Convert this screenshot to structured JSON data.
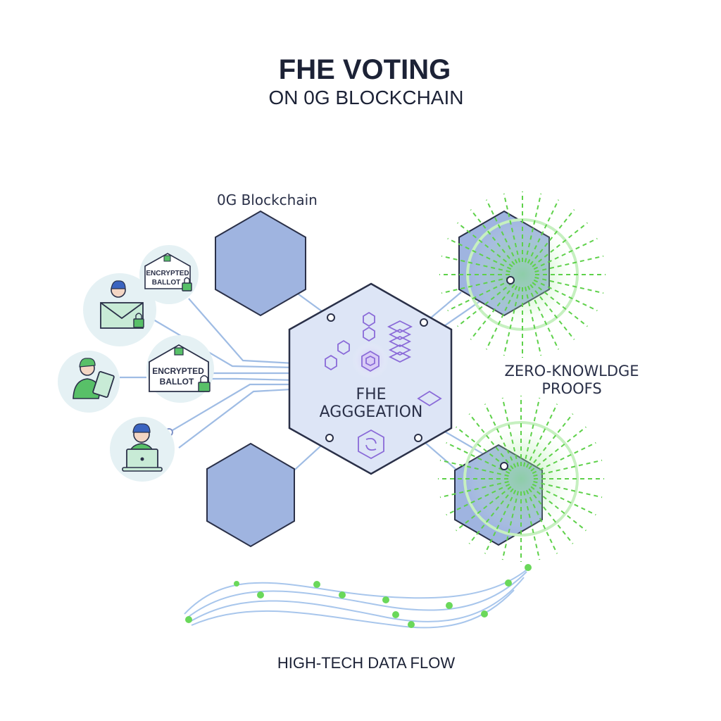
{
  "title": "FHE VOTING",
  "subtitle": "ON 0G BLOCKCHAIN",
  "blockchain_label": "0G Blockchain",
  "center": {
    "line1": "FHE",
    "line2": "AGGGEATION"
  },
  "ballot_small": {
    "line1": "ENCRYPTED",
    "line2": "BALLOT"
  },
  "ballot_large": {
    "line1": "ENCRYPTED",
    "line2": "BALLOT"
  },
  "zkp": {
    "line1": "ZERO-KNOWLDGE",
    "line2": "PROOFS"
  },
  "dataflow_label": "HIGH-TECH DATA FLOW",
  "colors": {
    "hex_fill": "#9fb4e0",
    "hex_stroke": "#2a3048",
    "center_fill": "#dde5f6",
    "line": "#9fbce4",
    "accent_green": "#5ed14a",
    "accent_purple": "#8a6ad8",
    "circle_bg": "#e5f1f4",
    "text_dark": "#1c2236"
  },
  "icons": [
    "lock-icon",
    "envelope-icon",
    "user-icon",
    "tablet-icon",
    "laptop-icon",
    "cube-icon",
    "sync-icon"
  ]
}
